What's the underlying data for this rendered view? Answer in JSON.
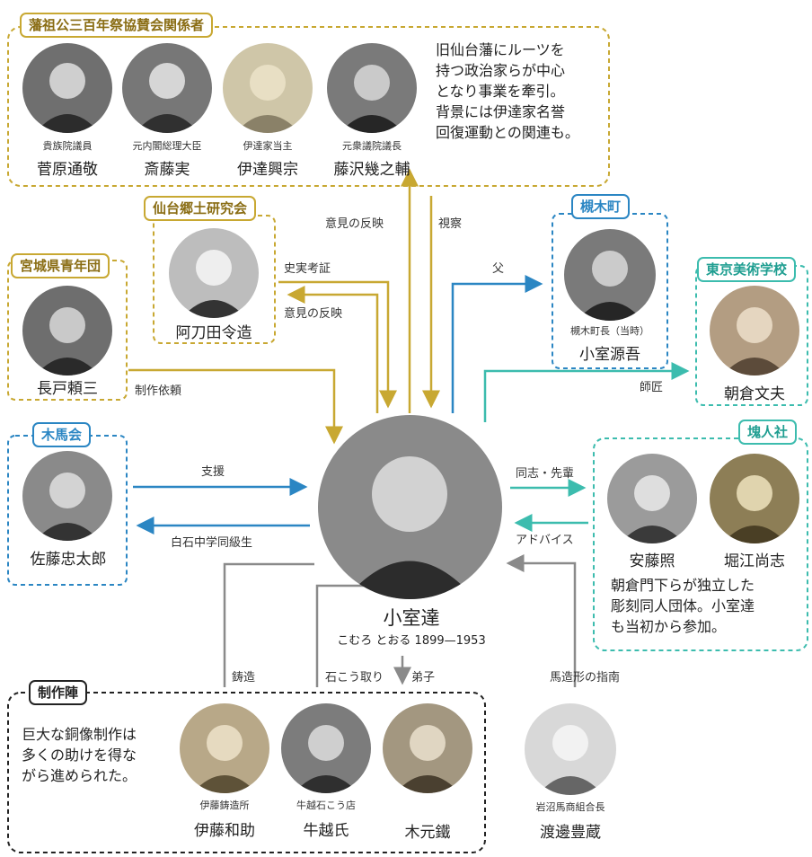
{
  "groups": {
    "hanso": {
      "title": "藩祖公三百年祭協賛会関係者",
      "description": [
        "旧仙台藩にルーツを",
        "持つ政治家らが中心",
        "となり事業を牽引。",
        "背景には伊達家名誉",
        "回復運動との関連も。"
      ],
      "members": [
        {
          "role": "貴族院議員",
          "name": "菅原通敬"
        },
        {
          "role": "元内閣総理大臣",
          "name": "斎藤実"
        },
        {
          "role": "伊達家当主",
          "name": "伊達興宗"
        },
        {
          "role": "元衆議院議長",
          "name": "藤沢幾之輔"
        }
      ]
    },
    "sendai": {
      "title": "仙台郷土研究会",
      "members": [
        {
          "name": "阿刀田令造"
        }
      ]
    },
    "miyagi": {
      "title": "宮城県青年団",
      "members": [
        {
          "name": "長戸頼三"
        }
      ]
    },
    "mokuba": {
      "title": "木馬会",
      "members": [
        {
          "name": "佐藤忠太郎"
        }
      ]
    },
    "tsukinoki": {
      "title": "槻木町",
      "members": [
        {
          "role": "槻木町長（当時）",
          "name": "小室源吾"
        }
      ]
    },
    "tokyo": {
      "title": "東京美術学校",
      "members": [
        {
          "name": "朝倉文夫"
        }
      ]
    },
    "kaijin": {
      "title": "塊人社",
      "members": [
        {
          "name": "安藤照"
        },
        {
          "name": "堀江尚志"
        }
      ],
      "description": [
        "朝倉門下らが独立した",
        "彫刻同人団体。小室達",
        "も当初から参加。"
      ]
    },
    "seisaku": {
      "title": "制作陣",
      "description": [
        "巨大な銅像制作は",
        "多くの助けを得な",
        "がら進められた。"
      ],
      "members": [
        {
          "role": "伊藤鋳造所",
          "name": "伊藤和助"
        },
        {
          "role": "牛越石こう店",
          "name": "牛越氏"
        },
        {
          "name": "木元鐵"
        }
      ]
    }
  },
  "center": {
    "name": "小室達",
    "reading": "こむろ とおる 1899—1953"
  },
  "watanabe": {
    "role": "岩沼馬商組合長",
    "name": "渡邊豊蔵"
  },
  "edges": {
    "iken1": "意見の反映",
    "shisatsu": "視察",
    "shijitsu": "史実考証",
    "iken2": "意見の反映",
    "seisaku_irai": "制作依頼",
    "shien": "支援",
    "shiroishi": "白石中学同級生",
    "chichi": "父",
    "shisho": "師匠",
    "doushi": "同志・先輩",
    "advice": "アドバイス",
    "chuzo": "鋳造",
    "sekko": "石こう取り",
    "deshi": "弟子",
    "bazou": "馬造形の指南"
  },
  "colors": {
    "gold": "#c8a832",
    "blue": "#2b86c3",
    "teal": "#3cbcae",
    "gray": "#8a8a8a",
    "dark": "#222222"
  }
}
